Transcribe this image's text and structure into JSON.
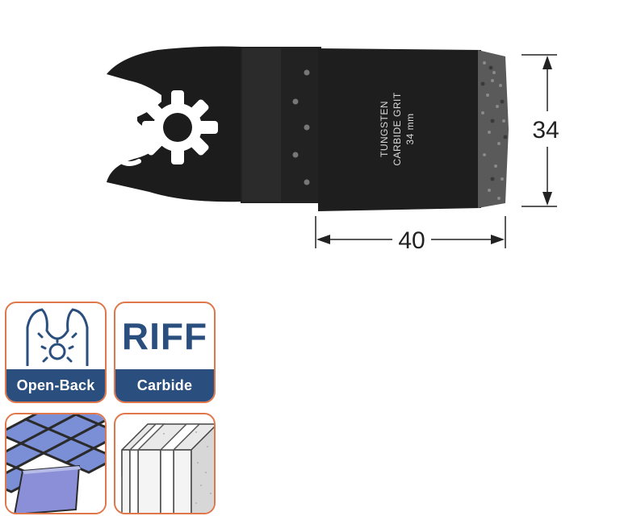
{
  "dimensions": {
    "height_label": "34",
    "width_label": "40"
  },
  "blade": {
    "line1": "TUNGSTEN",
    "line2": "CARBIDE GRIT",
    "line3": "34 mm"
  },
  "badges": {
    "open_back": {
      "label": "Open-Back",
      "icon": "open-back-mount-icon"
    },
    "riff": {
      "title": "RIFF",
      "label": "Carbide"
    },
    "tile": {
      "icon": "tile-cutting-icon"
    },
    "joint": {
      "icon": "grout-joint-icon"
    }
  },
  "colors": {
    "accent_border": "#e0774a",
    "badge_bar": "#2a4f7e",
    "blade": "#1a1a1a"
  }
}
